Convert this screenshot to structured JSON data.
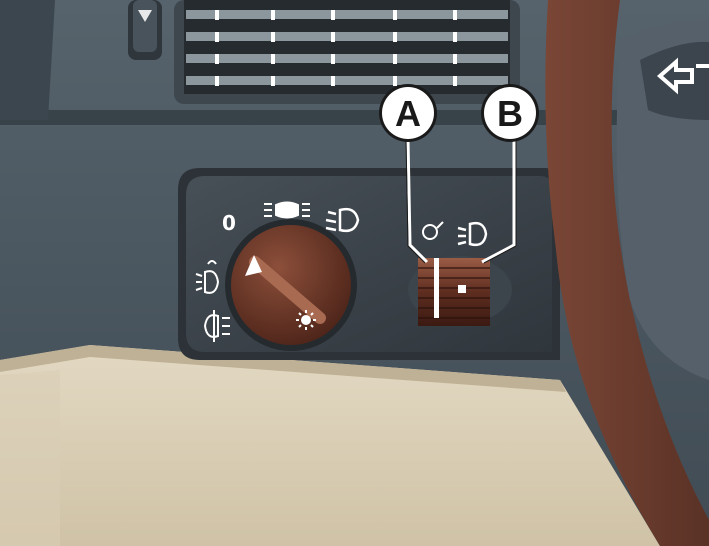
{
  "callouts": {
    "a": {
      "label": "A"
    },
    "b": {
      "label": "B"
    }
  },
  "light_switch": {
    "off_label": "0"
  },
  "colors": {
    "dashboard": "#4a5760",
    "panel": "#3a4148",
    "knob": "#6a3526",
    "glovebox": "#dcd0b7",
    "steering_wheel": "#6b3c2f",
    "callout_circle": "#ffffff"
  },
  "icons": [
    "air-vent",
    "hazard-button",
    "headlight-switch-knob",
    "parking-light-icon",
    "low-beam-icon",
    "fog-light-icon",
    "rear-fog-light-icon",
    "panel-illumination-icon",
    "dimmer-thumbwheel",
    "steering-wheel",
    "turn-signal-arrow-icon"
  ]
}
